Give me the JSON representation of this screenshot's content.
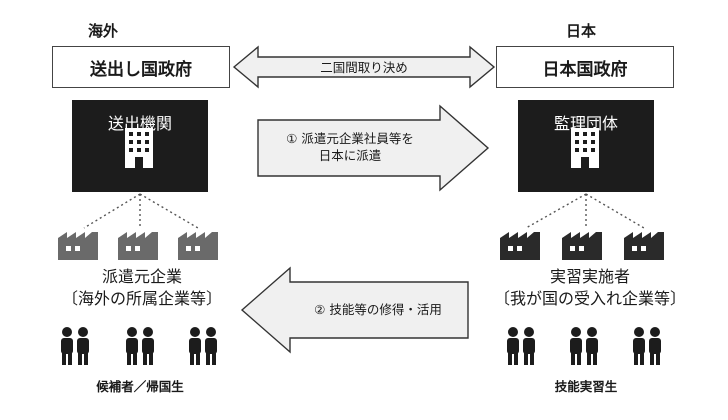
{
  "regions": {
    "left": "海外",
    "right": "日本"
  },
  "governments": {
    "left": "送出し国政府",
    "right": "日本国政府",
    "arrow_label": "二国間取り決め"
  },
  "organizations": {
    "left": "送出機関",
    "right": "監理団体",
    "arrow_label_line1": "① 派遣元企業社員等を",
    "arrow_label_line2": "日本に派遣"
  },
  "companies": {
    "left_line1": "派遣元企業",
    "left_line2": "〔海外の所属企業等〕",
    "right_line1": "実習実施者",
    "right_line2": "〔我が国の受入れ企業等〕",
    "arrow_label": "② 技能等の修得・活用"
  },
  "people": {
    "left": "候補者／帰国生",
    "right": "技能実習生"
  },
  "colors": {
    "dark": "#1c1c1c",
    "arrow_fill": "#f0f0f0",
    "factory_left": "#6a6a6a",
    "factory_right": "#2a2a2a"
  }
}
